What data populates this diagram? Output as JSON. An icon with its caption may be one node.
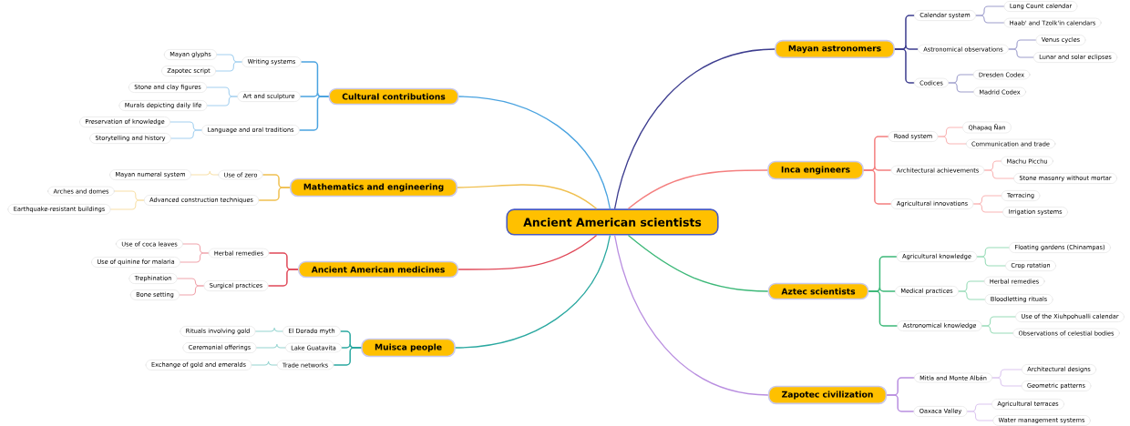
{
  "diagram": {
    "nodes": [
      {
        "text": [
          "Ancient American scientists"
        ]
      },
      {
        "text": [
          "Mayan astronomers"
        ]
      },
      {
        "text": [
          "Calendar system"
        ]
      },
      {
        "text": [
          "Long Count calendar"
        ]
      },
      {
        "text": [
          "Haab' and Tzolk'in calendars"
        ]
      },
      {
        "text": [
          "Astronomical observations"
        ]
      },
      {
        "text": [
          "Venus cycles"
        ]
      },
      {
        "text": [
          "Lunar and solar eclipses"
        ]
      },
      {
        "text": [
          "Codices"
        ]
      },
      {
        "text": [
          "Dresden Codex"
        ]
      },
      {
        "text": [
          "Madrid Codex"
        ]
      },
      {
        "text": [
          "Inca engineers"
        ]
      },
      {
        "text": [
          "Road system"
        ]
      },
      {
        "text": [
          "Qhapaq Ñan"
        ]
      },
      {
        "text": [
          "Communication and trade"
        ]
      },
      {
        "text": [
          "Architectural achievements"
        ]
      },
      {
        "text": [
          "Machu Picchu"
        ]
      },
      {
        "text": [
          "Stone masonry without mortar"
        ]
      },
      {
        "text": [
          "Agricultural innovations"
        ]
      },
      {
        "text": [
          "Terracing"
        ]
      },
      {
        "text": [
          "Irrigation systems"
        ]
      },
      {
        "text": [
          "Aztec scientists"
        ]
      },
      {
        "text": [
          "Agricultural knowledge"
        ]
      },
      {
        "text": [
          "Floating gardens (Chinampas)"
        ]
      },
      {
        "text": [
          "Crop rotation"
        ]
      },
      {
        "text": [
          "Medical practices"
        ]
      },
      {
        "text": [
          "Herbal remedies"
        ]
      },
      {
        "text": [
          "Bloodletting rituals"
        ]
      },
      {
        "text": [
          "Astronomical knowledge"
        ]
      },
      {
        "text": [
          "Use of the Xiuhpohualli calendar"
        ]
      },
      {
        "text": [
          "Observations of celestial bodies"
        ]
      },
      {
        "text": [
          "Zapotec civilization"
        ]
      },
      {
        "text": [
          "Mitla and Monte Albán"
        ]
      },
      {
        "text": [
          "Architectural designs"
        ]
      },
      {
        "text": [
          "Geometric patterns"
        ]
      },
      {
        "text": [
          "Oaxaca Valley"
        ]
      },
      {
        "text": [
          "Agricultural terraces"
        ]
      },
      {
        "text": [
          "Water management systems"
        ]
      },
      {
        "text": [
          "Cultural contributions"
        ]
      },
      {
        "text": [
          "Writing systems"
        ]
      },
      {
        "text": [
          "Mayan glyphs"
        ]
      },
      {
        "text": [
          "Zapotec script"
        ]
      },
      {
        "text": [
          "Art and sculpture"
        ]
      },
      {
        "text": [
          "Stone and clay figures"
        ]
      },
      {
        "text": [
          "Murals depicting daily life"
        ]
      },
      {
        "text": [
          "Language and oral traditions"
        ]
      },
      {
        "text": [
          "Preservation of knowledge"
        ]
      },
      {
        "text": [
          "Storytelling and history"
        ]
      },
      {
        "text": [
          "Mathematics and engineering"
        ]
      },
      {
        "text": [
          "Use of zero"
        ]
      },
      {
        "text": [
          "Mayan numeral system"
        ]
      },
      {
        "text": [
          "Advanced construction techniques"
        ]
      },
      {
        "text": [
          "Arches and domes"
        ]
      },
      {
        "text": [
          "Earthquake-resistant buildings"
        ]
      },
      {
        "text": [
          "Ancient American medicines"
        ]
      },
      {
        "text": [
          "Herbal remedies"
        ]
      },
      {
        "text": [
          "Use of coca leaves"
        ]
      },
      {
        "text": [
          "Use of quinine for malaria"
        ]
      },
      {
        "text": [
          "Surgical practices"
        ]
      },
      {
        "text": [
          "Trephination"
        ]
      },
      {
        "text": [
          "Bone setting"
        ]
      },
      {
        "text": [
          "Muisca people"
        ]
      },
      {
        "text": [
          "El Dorado myth"
        ]
      },
      {
        "text": [
          "Rituals involving gold"
        ]
      },
      {
        "text": [
          "Lake Guatavita"
        ]
      },
      {
        "text": [
          "Ceremonial offerings"
        ]
      },
      {
        "text": [
          "Trade networks"
        ]
      },
      {
        "text": [
          "Exchange of gold and emeralds"
        ]
      }
    ],
    "edges": [
      {
        "from": 0,
        "to": 1,
        "arrow": "none",
        "color": "#3d3d8f"
      },
      {
        "from": 1,
        "to": 2,
        "arrow": "none",
        "color": "#3d3d8f"
      },
      {
        "from": 2,
        "to": 3,
        "arrow": "none",
        "color": "#9d9dcc"
      },
      {
        "from": 2,
        "to": 4,
        "arrow": "none",
        "color": "#9d9dcc"
      },
      {
        "from": 1,
        "to": 5,
        "arrow": "none",
        "color": "#3d3d8f"
      },
      {
        "from": 5,
        "to": 6,
        "arrow": "none",
        "color": "#9d9dcc"
      },
      {
        "from": 5,
        "to": 7,
        "arrow": "none",
        "color": "#9d9dcc"
      },
      {
        "from": 1,
        "to": 8,
        "arrow": "none",
        "color": "#3d3d8f"
      },
      {
        "from": 8,
        "to": 9,
        "arrow": "none",
        "color": "#9d9dcc"
      },
      {
        "from": 8,
        "to": 10,
        "arrow": "none",
        "color": "#9d9dcc"
      },
      {
        "from": 0,
        "to": 11,
        "arrow": "none",
        "color": "#f47f7f"
      },
      {
        "from": 11,
        "to": 12,
        "arrow": "none",
        "color": "#f47f7f"
      },
      {
        "from": 12,
        "to": 13,
        "arrow": "none",
        "color": "#f9b5b5"
      },
      {
        "from": 12,
        "to": 14,
        "arrow": "none",
        "color": "#f9b5b5"
      },
      {
        "from": 11,
        "to": 15,
        "arrow": "none",
        "color": "#f47f7f"
      },
      {
        "from": 15,
        "to": 16,
        "arrow": "none",
        "color": "#f9b5b5"
      },
      {
        "from": 15,
        "to": 17,
        "arrow": "none",
        "color": "#f9b5b5"
      },
      {
        "from": 11,
        "to": 18,
        "arrow": "none",
        "color": "#f47f7f"
      },
      {
        "from": 18,
        "to": 19,
        "arrow": "none",
        "color": "#f9b5b5"
      },
      {
        "from": 18,
        "to": 20,
        "arrow": "none",
        "color": "#f9b5b5"
      },
      {
        "from": 0,
        "to": 21,
        "arrow": "none",
        "color": "#3cb878"
      },
      {
        "from": 21,
        "to": 22,
        "arrow": "none",
        "color": "#3cb878"
      },
      {
        "from": 22,
        "to": 23,
        "arrow": "none",
        "color": "#98dcb8"
      },
      {
        "from": 22,
        "to": 24,
        "arrow": "none",
        "color": "#98dcb8"
      },
      {
        "from": 21,
        "to": 25,
        "arrow": "none",
        "color": "#3cb878"
      },
      {
        "from": 25,
        "to": 26,
        "arrow": "none",
        "color": "#98dcb8"
      },
      {
        "from": 25,
        "to": 27,
        "arrow": "none",
        "color": "#98dcb8"
      },
      {
        "from": 21,
        "to": 28,
        "arrow": "none",
        "color": "#3cb878"
      },
      {
        "from": 28,
        "to": 29,
        "arrow": "none",
        "color": "#98dcb8"
      },
      {
        "from": 28,
        "to": 30,
        "arrow": "none",
        "color": "#98dcb8"
      },
      {
        "from": 0,
        "to": 31,
        "arrow": "none",
        "color": "#b98ee0"
      },
      {
        "from": 31,
        "to": 32,
        "arrow": "none",
        "color": "#b98ee0"
      },
      {
        "from": 32,
        "to": 33,
        "arrow": "none",
        "color": "#dcc6f0"
      },
      {
        "from": 32,
        "to": 34,
        "arrow": "none",
        "color": "#dcc6f0"
      },
      {
        "from": 31,
        "to": 35,
        "arrow": "none",
        "color": "#b98ee0"
      },
      {
        "from": 35,
        "to": 36,
        "arrow": "none",
        "color": "#dcc6f0"
      },
      {
        "from": 35,
        "to": 37,
        "arrow": "none",
        "color": "#dcc6f0"
      },
      {
        "from": 0,
        "to": 38,
        "arrow": "none",
        "color": "#4aa3e0"
      },
      {
        "from": 38,
        "to": 39,
        "arrow": "none",
        "color": "#4aa3e0"
      },
      {
        "from": 39,
        "to": 40,
        "arrow": "none",
        "color": "#a3d0f0"
      },
      {
        "from": 39,
        "to": 41,
        "arrow": "none",
        "color": "#a3d0f0"
      },
      {
        "from": 38,
        "to": 42,
        "arrow": "none",
        "color": "#4aa3e0"
      },
      {
        "from": 42,
        "to": 43,
        "arrow": "none",
        "color": "#a3d0f0"
      },
      {
        "from": 42,
        "to": 44,
        "arrow": "none",
        "color": "#a3d0f0"
      },
      {
        "from": 38,
        "to": 45,
        "arrow": "none",
        "color": "#4aa3e0"
      },
      {
        "from": 45,
        "to": 46,
        "arrow": "none",
        "color": "#a3d0f0"
      },
      {
        "from": 45,
        "to": 47,
        "arrow": "none",
        "color": "#a3d0f0"
      },
      {
        "from": 0,
        "to": 48,
        "arrow": "none",
        "color": "#f0c050"
      },
      {
        "from": 48,
        "to": 49,
        "arrow": "none",
        "color": "#f0c050"
      },
      {
        "from": 49,
        "to": 50,
        "arrow": "none",
        "color": "#f8e0a8"
      },
      {
        "from": 48,
        "to": 51,
        "arrow": "none",
        "color": "#f0c050"
      },
      {
        "from": 51,
        "to": 52,
        "arrow": "none",
        "color": "#f8e0a8"
      },
      {
        "from": 51,
        "to": 53,
        "arrow": "none",
        "color": "#f8e0a8"
      },
      {
        "from": 0,
        "to": 54,
        "arrow": "none",
        "color": "#e04858"
      },
      {
        "from": 54,
        "to": 55,
        "arrow": "none",
        "color": "#e04858"
      },
      {
        "from": 55,
        "to": 56,
        "arrow": "none",
        "color": "#f0a4ac"
      },
      {
        "from": 55,
        "to": 57,
        "arrow": "none",
        "color": "#f0a4ac"
      },
      {
        "from": 54,
        "to": 58,
        "arrow": "none",
        "color": "#e04858"
      },
      {
        "from": 58,
        "to": 59,
        "arrow": "none",
        "color": "#f0a4ac"
      },
      {
        "from": 58,
        "to": 60,
        "arrow": "none",
        "color": "#f0a4ac"
      },
      {
        "from": 0,
        "to": 61,
        "arrow": "none",
        "color": "#2aa8a0"
      },
      {
        "from": 61,
        "to": 62,
        "arrow": "none",
        "color": "#2aa8a0"
      },
      {
        "from": 62,
        "to": 63,
        "arrow": "none",
        "color": "#94d4d0"
      },
      {
        "from": 61,
        "to": 64,
        "arrow": "none",
        "color": "#2aa8a0"
      },
      {
        "from": 64,
        "to": 65,
        "arrow": "none",
        "color": "#94d4d0"
      },
      {
        "from": 61,
        "to": 66,
        "arrow": "none",
        "color": "#2aa8a0"
      },
      {
        "from": 66,
        "to": 67,
        "arrow": "none",
        "color": "#94d4d0"
      }
    ]
  }
}
